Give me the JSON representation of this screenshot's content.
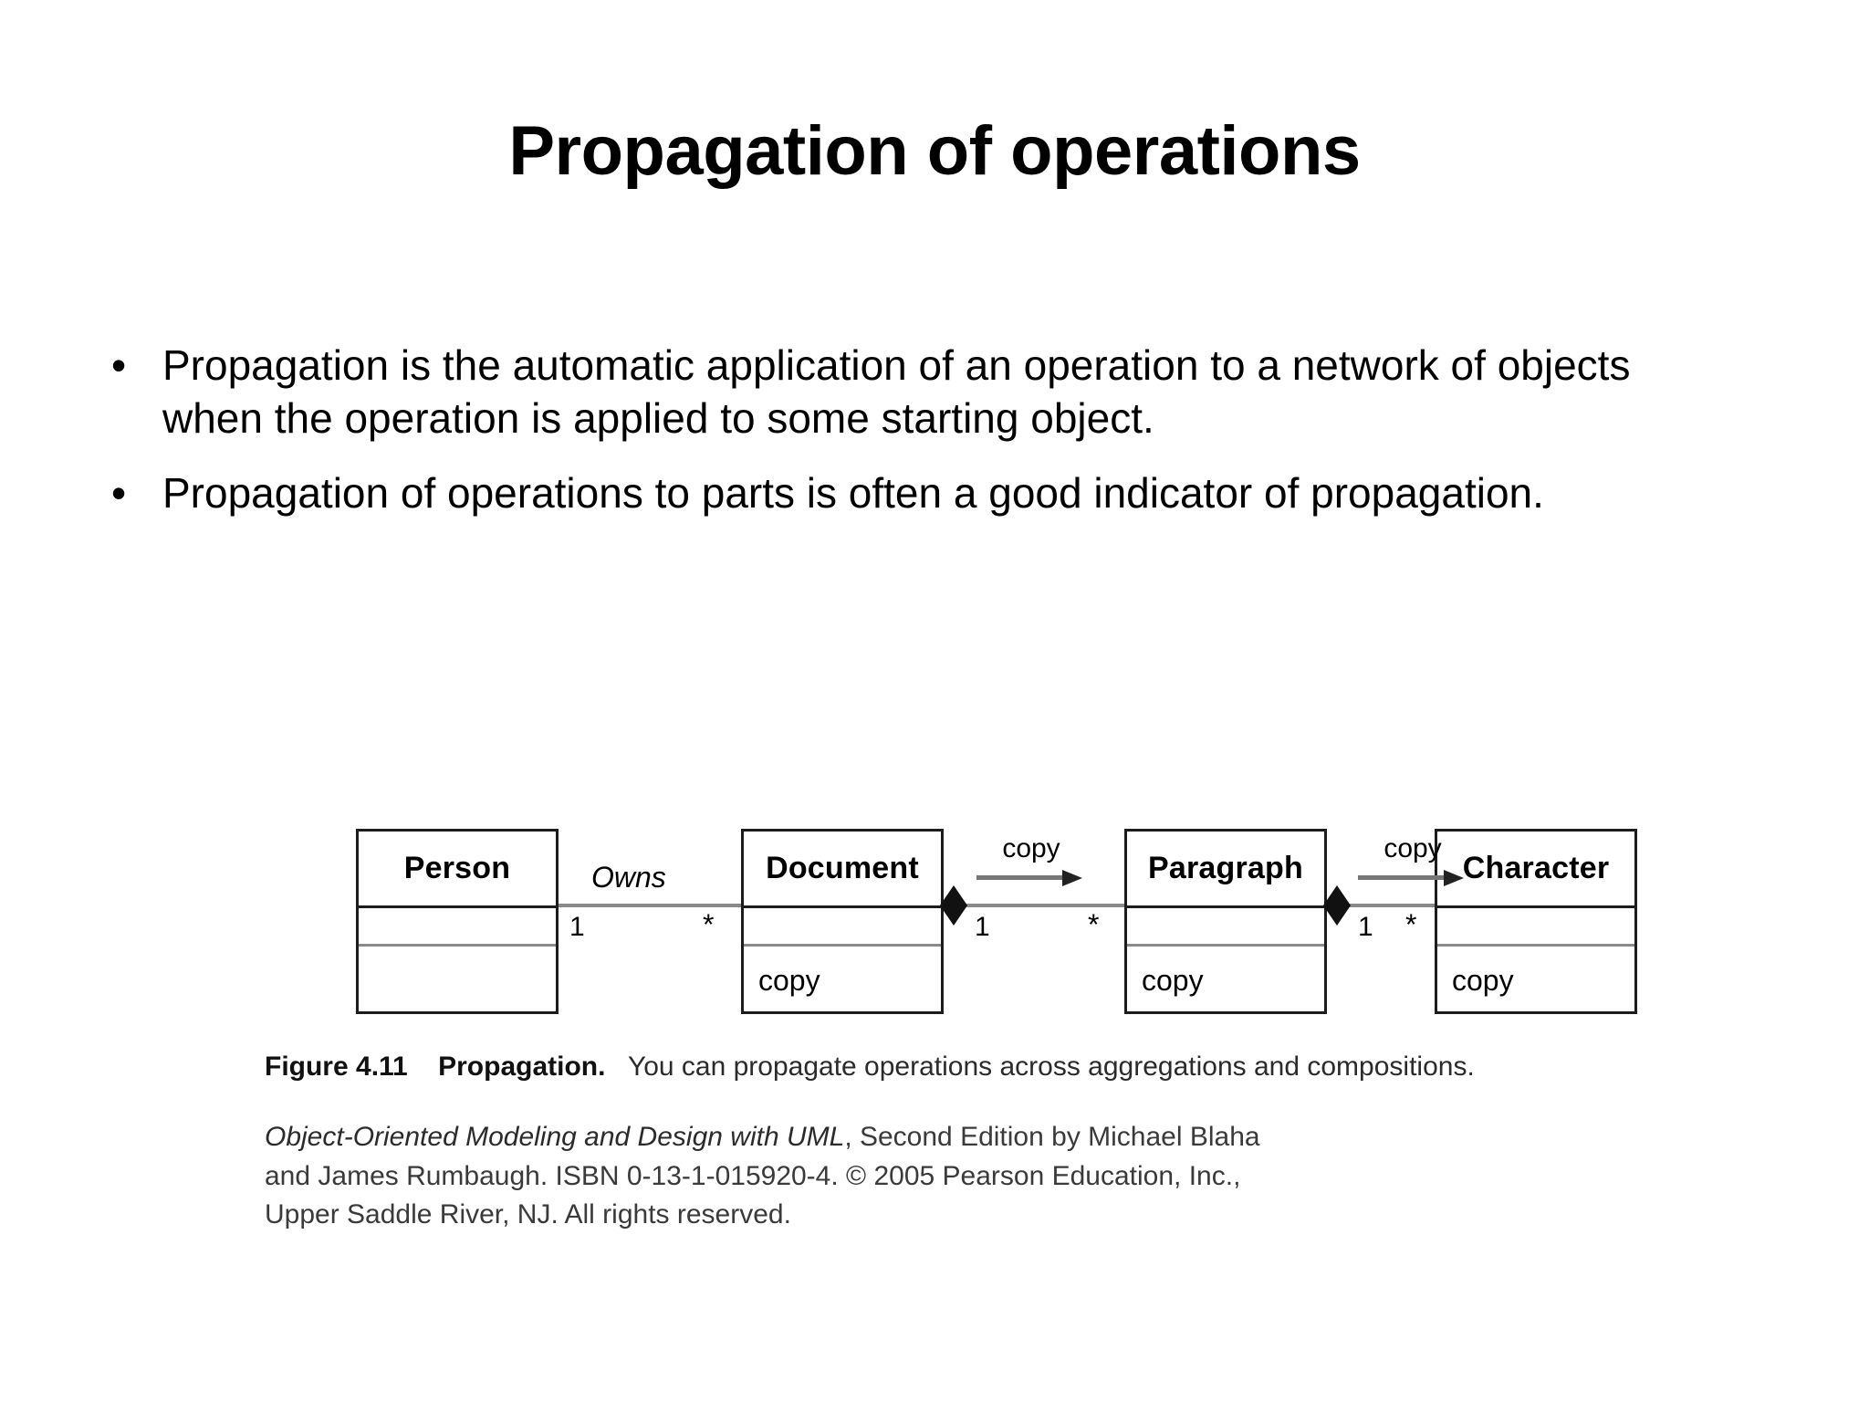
{
  "slide": {
    "title": "Propagation of operations"
  },
  "bullets": [
    {
      "marker": "•",
      "text": "Propagation is the automatic application of an operation to a network of objects when the operation is applied to some starting object."
    },
    {
      "marker": "•",
      "text": "Propagation of operations to parts is often a good indicator of propagation."
    }
  ],
  "diagram": {
    "classes": [
      {
        "name": "Person",
        "attributes": "",
        "operations": ""
      },
      {
        "name": "Document",
        "attributes": "",
        "operations": "copy"
      },
      {
        "name": "Paragraph",
        "attributes": "",
        "operations": "copy"
      },
      {
        "name": "Character",
        "attributes": "",
        "operations": "copy"
      }
    ],
    "associations": [
      {
        "label": "Owns",
        "source": "Person",
        "target": "Document",
        "source_multiplicity": "1",
        "target_multiplicity": "*",
        "kind": "association"
      },
      {
        "label": "",
        "source": "Document",
        "target": "Paragraph",
        "source_multiplicity": "1",
        "target_multiplicity": "*",
        "kind": "composition"
      },
      {
        "label": "",
        "source": "Paragraph",
        "target": "Character",
        "source_multiplicity": "1",
        "target_multiplicity": "*",
        "kind": "composition"
      }
    ],
    "propagation_arrows": [
      {
        "label": "copy",
        "from": "Document",
        "to": "Paragraph"
      },
      {
        "label": "copy",
        "from": "Paragraph",
        "to": "Character"
      }
    ]
  },
  "caption": {
    "figure_number": "Figure 4.11",
    "figure_title": "Propagation.",
    "figure_text": "You can propagate operations across aggregations and compositions."
  },
  "attribution": {
    "book_title": "Object-Oriented Modeling and Design with UML",
    "line1_rest": ", Second Edition by Michael Blaha",
    "line2": "and James Rumbaugh. ISBN 0-13-1-015920-4. © 2005 Pearson Education, Inc.,",
    "line3": "Upper Saddle River, NJ. All rights reserved."
  }
}
